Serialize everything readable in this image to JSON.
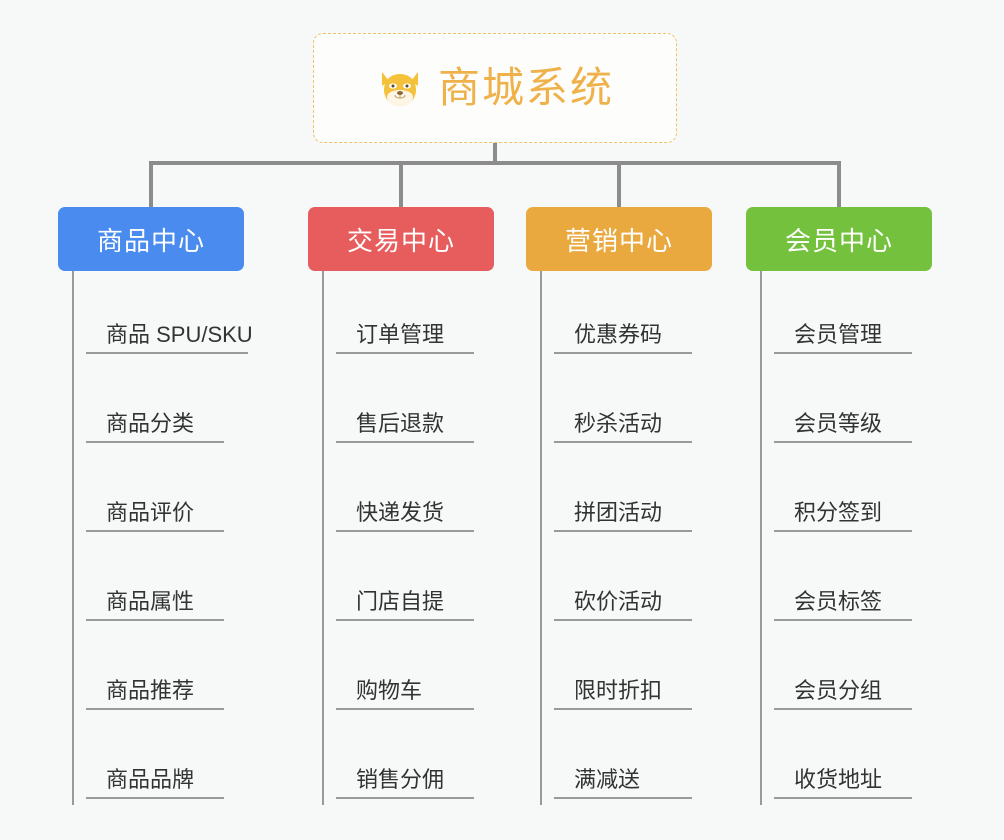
{
  "root": {
    "icon": "shiba-dog-face-icon",
    "icon_glyph": "🐶",
    "title": "商城系统",
    "border_color": "#f0bf68",
    "text_color": "#efb14a",
    "background": "#fdfdfc"
  },
  "canvas": {
    "background": "#f7f8f8",
    "connector_color": "#8c8c8c",
    "leaf_line_color": "#9a9a9a",
    "leaf_text_color": "#333333"
  },
  "columns": [
    {
      "id": "product-center",
      "title": "商品中心",
      "color": "#4a8bef",
      "items": [
        "商品 SPU/SKU",
        "商品分类",
        "商品评价",
        "商品属性",
        "商品推荐",
        "商品品牌"
      ]
    },
    {
      "id": "trade-center",
      "title": "交易中心",
      "color": "#e75c5c",
      "items": [
        "订单管理",
        "售后退款",
        "快递发货",
        "门店自提",
        "购物车",
        "销售分佣"
      ]
    },
    {
      "id": "marketing-center",
      "title": "营销中心",
      "color": "#eaa93e",
      "items": [
        "优惠券码",
        "秒杀活动",
        "拼团活动",
        "砍价活动",
        "限时折扣",
        "满减送"
      ]
    },
    {
      "id": "member-center",
      "title": "会员中心",
      "color": "#74c13e",
      "items": [
        "会员管理",
        "会员等级",
        "积分签到",
        "会员标签",
        "会员分组",
        "收货地址"
      ]
    }
  ]
}
